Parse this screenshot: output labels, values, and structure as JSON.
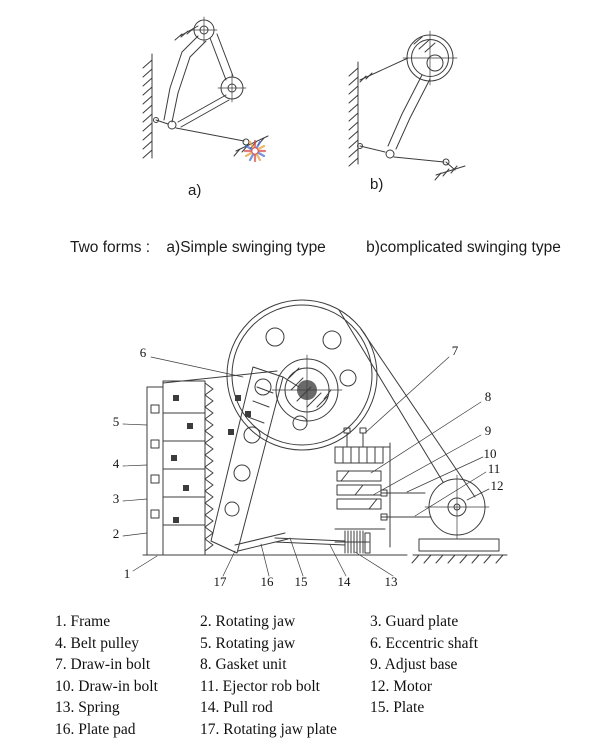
{
  "figures": {
    "label_a": "a)",
    "label_b": "b)"
  },
  "caption": {
    "prefix": "Two forms :",
    "item_a": "a)Simple swinging type",
    "item_b": "b)complicated swinging type"
  },
  "crusher": {
    "callouts": [
      "1",
      "2",
      "3",
      "4",
      "5",
      "6",
      "7",
      "8",
      "9",
      "10",
      "11",
      "12",
      "13",
      "14",
      "15",
      "16",
      "17"
    ]
  },
  "legend": {
    "items": [
      "1. Frame",
      "2. Rotating jaw",
      "3. Guard plate",
      "4. Belt pulley",
      "5. Rotating jaw",
      "6. Eccentric shaft",
      "7. Draw-in bolt",
      "8. Gasket unit",
      "9. Adjust base",
      "10. Draw-in bolt",
      "11. Ejector rob bolt",
      "12. Motor",
      "13. Spring",
      "14. Pull rod",
      "15. Plate",
      "16. Plate pad",
      "17. Rotating jaw plate"
    ]
  },
  "colors": {
    "line": "#3c3c3c",
    "text": "#141414",
    "watermark_red": "#d85050",
    "watermark_blue": "#4a6fd0",
    "watermark_orange": "#e8a040"
  }
}
